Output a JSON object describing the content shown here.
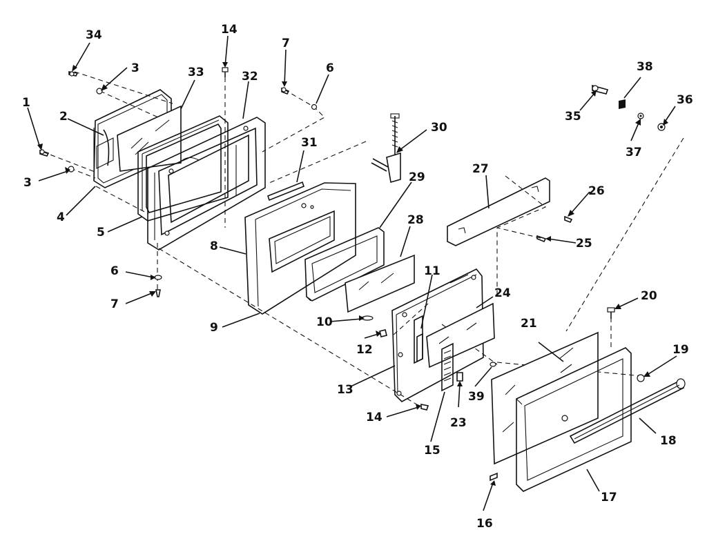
{
  "part_labels": {
    "p1": "1",
    "p2": "2",
    "p3a": "3",
    "p3b": "3",
    "p4": "4",
    "p5": "5",
    "p6a": "6",
    "p6b": "6",
    "p7a": "7",
    "p7b": "7",
    "p8": "8",
    "p9": "9",
    "p10": "10",
    "p11": "11",
    "p12": "12",
    "p13": "13",
    "p14a": "14",
    "p14b": "14",
    "p15": "15",
    "p16": "16",
    "p17": "17",
    "p18": "18",
    "p19": "19",
    "p20": "20",
    "p21": "21",
    "p23": "23",
    "p24": "24",
    "p25": "25",
    "p26": "26",
    "p27": "27",
    "p28": "28",
    "p29": "29",
    "p30": "30",
    "p31": "31",
    "p32": "32",
    "p33": "33",
    "p34": "34",
    "p35": "35",
    "p36": "36",
    "p37": "37",
    "p38": "38",
    "p39": "39"
  }
}
